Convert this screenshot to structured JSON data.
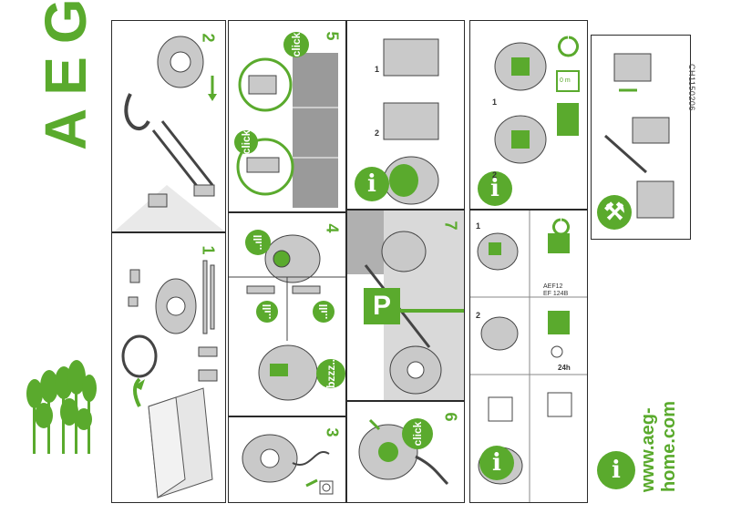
{
  "brand": {
    "logo": "AEG",
    "website": "www.aeg-home.com",
    "doc_id": "CH1150206"
  },
  "steps": [
    {
      "num": "1"
    },
    {
      "num": "2"
    },
    {
      "num": "3"
    },
    {
      "num": "4"
    },
    {
      "num": "5"
    },
    {
      "num": "6"
    },
    {
      "num": "7"
    }
  ],
  "callouts": {
    "click_a": "click",
    "click_b": "click",
    "click_c": "click",
    "bzzz": "bzzz..",
    "signal_a": "..ıll",
    "signal_b": "..ıll",
    "signal_c": "..ıll",
    "park": "P",
    "info_a": "i",
    "info_b": "i",
    "info_c": "i",
    "info_d": "i",
    "sub_1": "1",
    "sub_2": "2",
    "sub_3": "1",
    "sub_4": "2",
    "sub_5": "1",
    "sub_6": "2",
    "time": "24h",
    "accessory_code": "AEF12",
    "accessory_name": "EF 124B",
    "model_mark": "0 m"
  },
  "colors": {
    "accent": "#5aaa2d",
    "panel_border": "#2a2a2a",
    "illustration_grey": "#c9c9c9"
  },
  "icons": [
    "tree-icon",
    "box-icon",
    "vacuum-icon",
    "hose-icon",
    "nozzle-icon",
    "recycle-icon",
    "filter-icon",
    "wrench-icon",
    "info-icon",
    "sun-icon"
  ]
}
